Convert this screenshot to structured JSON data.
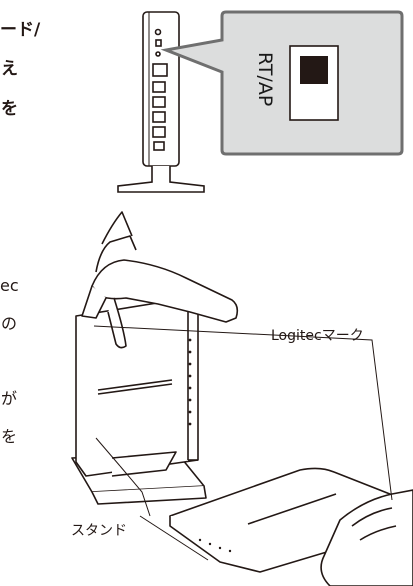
{
  "text_fragments": {
    "line1": "ード/",
    "line2": "え",
    "line3": "を",
    "line4": "ec",
    "line5": "の",
    "line6": "が",
    "line7": "を"
  },
  "callout": {
    "mode_label": "RT/AP"
  },
  "labels": {
    "logitec_mark": "Logitecマーク",
    "stand": "スタンド"
  },
  "colors": {
    "callout_fill": "#dcdddd",
    "callout_stroke": "#6f6f6f",
    "line": "#231815",
    "switch_fill": "#231815"
  }
}
